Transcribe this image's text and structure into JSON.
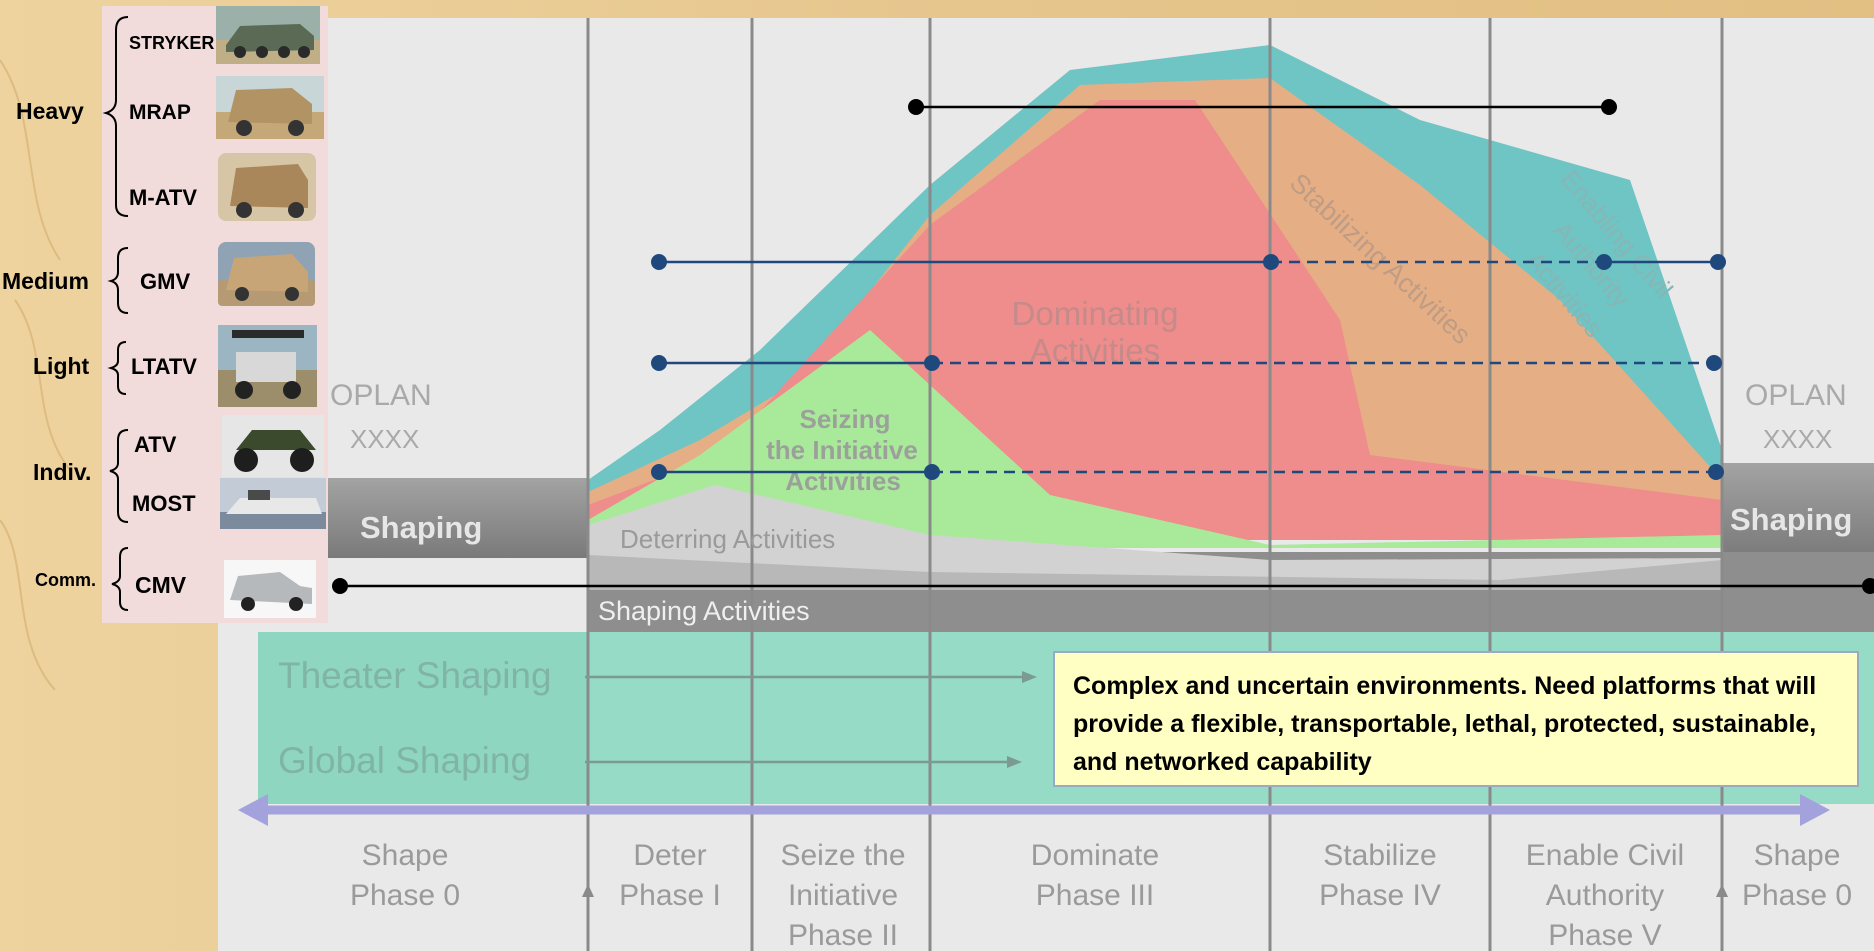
{
  "colors": {
    "background": "#e8c98f",
    "vehicle_panel": "#f2dcdb",
    "chart_bg": "#e9e9e9",
    "shaping_band": "#8c8c8c",
    "teal_band": "#96dbc6",
    "phase_arrow": "#a3a2dc",
    "blue_line": "#1f497d",
    "black_line": "#000000",
    "area_teal": "#6fc4c4",
    "area_tan": "#e6ae84",
    "area_red": "#ef8c8c",
    "area_green": "#a9ea9a",
    "area_gray": "#cfcfcf"
  },
  "vehicles": {
    "groups": [
      {
        "label": "Heavy",
        "items": [
          {
            "name": "STRYKER",
            "icon": "stryker-vehicle-photo"
          },
          {
            "name": "MRAP",
            "icon": "mrap-vehicle-photo"
          },
          {
            "name": "M-ATV",
            "icon": "m-atv-vehicle-photo"
          }
        ]
      },
      {
        "label": "Medium",
        "items": [
          {
            "name": "GMV",
            "icon": "gmv-vehicle-photo"
          }
        ]
      },
      {
        "label": "Light",
        "items": [
          {
            "name": "LTATV",
            "icon": "ltatv-vehicle-photo"
          }
        ]
      },
      {
        "label": "Indiv.",
        "items": [
          {
            "name": "ATV",
            "icon": "atv-vehicle-photo"
          },
          {
            "name": "MOST",
            "icon": "most-boat-photo"
          }
        ]
      },
      {
        "label": "Comm.",
        "items": [
          {
            "name": "CMV",
            "icon": "cmv-truck-photo"
          }
        ]
      }
    ]
  },
  "chart": {
    "oplan_left": [
      "OPLAN",
      "XXXX"
    ],
    "oplan_right": [
      "OPLAN",
      "XXXX"
    ],
    "shaping_left": "Shaping",
    "shaping_right": "Shaping",
    "activities": {
      "deterring": "Deterring Activities",
      "seizing": [
        "Seizing",
        "the Initiative",
        "Activities"
      ],
      "dominating": [
        "Dominating",
        "Activities"
      ],
      "stabilizing": "Stabilizing Activities",
      "enabling": [
        "Enabling Civil",
        "Authority",
        "Activities"
      ],
      "shaping": "Shaping Activities"
    },
    "theater_shaping": "Theater Shaping",
    "global_shaping": "Global Shaping",
    "phases": [
      [
        "Shape",
        "Phase 0"
      ],
      [
        "Deter",
        "Phase I"
      ],
      [
        "Seize the",
        "Initiative",
        "Phase II"
      ],
      [
        "Dominate",
        "Phase III"
      ],
      [
        "Stabilize",
        "Phase IV"
      ],
      [
        "Enable Civil",
        "Authority",
        "Phase V"
      ],
      [
        "Shape",
        "Phase 0"
      ]
    ]
  },
  "callout": "Complex and uncertain environments.  Need platforms that will provide a flexible, transportable, lethal, protected, sustainable, and networked capability"
}
